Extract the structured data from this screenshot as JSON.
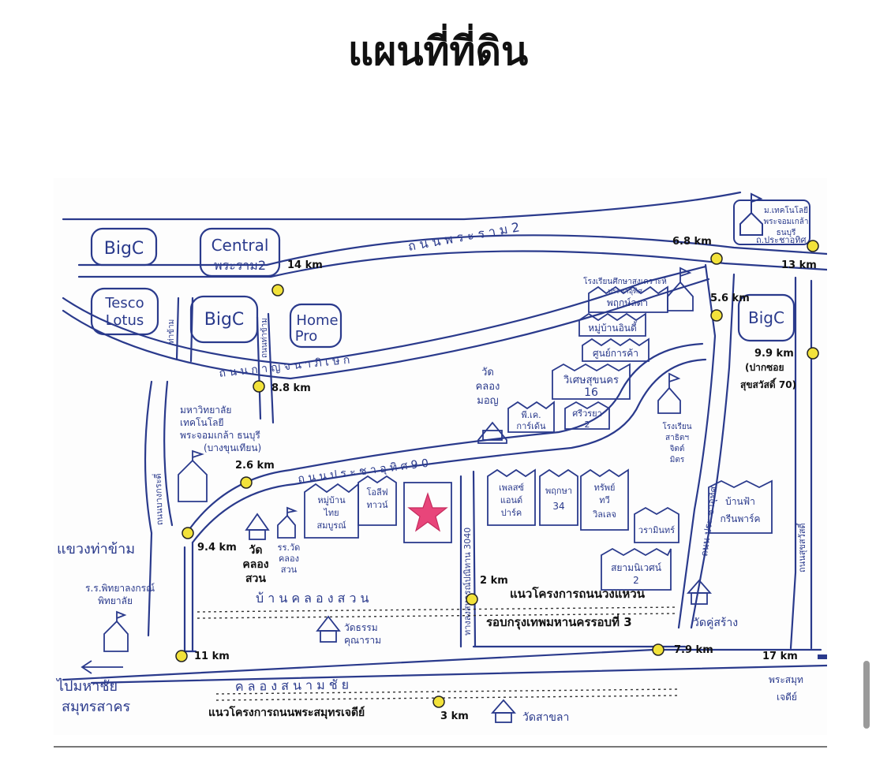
{
  "title": "แผนที่ที่ดิน",
  "colors": {
    "ink": "#2a3a8c",
    "marker": "#f2e23a",
    "star": "#e8457a",
    "text": "#111111"
  },
  "roads": {
    "rama2": "ถ น น พ ร ะ ร า ม 2",
    "kanchanaphisek": "ถ น น ก า ญ จ น า ภิ เ ษ ก",
    "pracha_uthit_90": "ถ น น ป ร ะ ช า อุ ทิ ศ 9 0",
    "soi_3040": "ทางลงสหกรณ์ปณิทาน 3040",
    "soi_thakham": "ถนนท่าข้าม",
    "thakham_vertical": "ท่าข้าม",
    "bang_kradi": "ถนนบางกระดี่",
    "pracha_uthit_east": "ถนน ประ ชาอุทิศ",
    "east_edge": "ถนนสุขสวัสดิ์",
    "canal": "ค ล อ ง ส น า ม ชั ย",
    "ban_khlong_suan": "บ้ า น ค ล อ ง ส ว น"
  },
  "places": {
    "bigc_1": "BigC",
    "central_line1": "Central",
    "central_line2": "พระราม2",
    "tesco_line1": "Tesco",
    "tesco_line2": "Lotus",
    "bigc_2": "BigC",
    "homepro_line1": "Home",
    "homepro_line2": "Pro",
    "bigc_3": "BigC",
    "kmutt_top_1": "ม.เทคโนโลยี",
    "kmutt_top_2": "พระจอมเกล้า",
    "kmutt_top_3": "ธนบุรี",
    "pracha_uthit_label": "ถ.ประชาอุทิศ",
    "school_top_1": "โรงเรียนศึกษาสงเคราะห์",
    "school_top_2": "ประชาอุทิศ",
    "village_pruksa": "พฤกษ์ลดา",
    "village_1": "หมู่บ้านอินดี้",
    "village_2": "ศูนย์การค้า",
    "village_3": "วิเศษสุขนคร",
    "village_3b": "16",
    "wat_khlong_monthon_1": "วัด",
    "wat_khlong_monthon_2": "คลอง",
    "wat_khlong_monthon_3": "มอญ",
    "village_4_1": "พี.เค.",
    "village_4_2": "การ์เด้น",
    "village_5_1": "ศรีวรยา",
    "village_5_2": "2",
    "school_mid_1": "โรงเรียน",
    "school_mid_2": "สาธิตฯ",
    "school_mid_3": "จิตต์",
    "school_mid_4": "มิตร",
    "university_1": "มหาวิทยาลัย",
    "university_2": "เทคโนโลยี",
    "university_3": "พระจอมเกล้า ธนบุรี",
    "university_4": "(บางขุนเทียน)",
    "village_thai_1": "หมู่บ้าน",
    "village_thai_2": "ไทย",
    "village_thai_3": "สมบูรณ์",
    "village_olive_1": "โอลีฟ",
    "village_olive_2": "ทาวน์",
    "village_pleasant_1": "เพลสซ์",
    "village_pleasant_2": "แอนด์",
    "village_pleasant_3": "ปาร์ค",
    "village_pruksa34_1": "พฤกษา",
    "village_pruksa34_2": "34",
    "village_thanaphat_1": "ทรัพย์",
    "village_thanaphat_2": "ทวี",
    "village_thanaphat_3": "วิลเลจ",
    "village_varamin": "วรามินทร์",
    "village_siam_1": "สยามนิเวศน์",
    "village_siam_2": "2",
    "village_banfah_1": "บ้านฟ้า",
    "village_banfah_2": "กรีนพาร์ค",
    "wat_khlong_suan_1": "วัด",
    "wat_khlong_suan_2": "คลอง",
    "wat_khlong_suan_3": "สวน",
    "school_khlong_suan_1": "รร.วัด",
    "school_khlong_suan_2": "คลอง",
    "school_khlong_suan_3": "สวน",
    "district_thakham": "แขวงท่าข้าม",
    "school_phitthaya_1": "ร.ร.พิทยาลงกรณ์",
    "school_phitthaya_2": "พิทยาลัย",
    "wat_thammakunaram_1": "วัดธรรม",
    "wat_thammakunaram_2": "คุณาราม",
    "wat_khu_sang": "วัดคู่สร้าง",
    "to_mahachai_1": "ไปมหาชัย",
    "to_mahachai_2": "สมุทรสาคร",
    "phra_samut_chedi_1": "พระสมุท",
    "phra_samut_chedi_2": "เจดีย์",
    "wat_saladaeng": "วัดสาขลา",
    "ring_road_1": "แนวโครงการถนนวงแหวน",
    "ring_road_2": "รอบกรุงเทพมหานครรอบที่ 3",
    "samut_chedi_project": "แนวโครงการถนนพระสมุทรเจดีย์",
    "paksoi_1": "(ปากซอย",
    "paksoi_2": "สุขสวัสดิ์ 70)"
  },
  "distances": {
    "d14": "14 km",
    "d6_8": "6.8 km",
    "d13": "13 km",
    "d5_6": "5.6 km",
    "d9_9": "9.9 km",
    "d8_8": "8.8 km",
    "d2_6": "2.6 km",
    "d9_4": "9.4 km",
    "d2": "2 km",
    "d11": "11 km",
    "d7_9": "7.9 km",
    "d17": "17 km",
    "d3": "3 km"
  }
}
